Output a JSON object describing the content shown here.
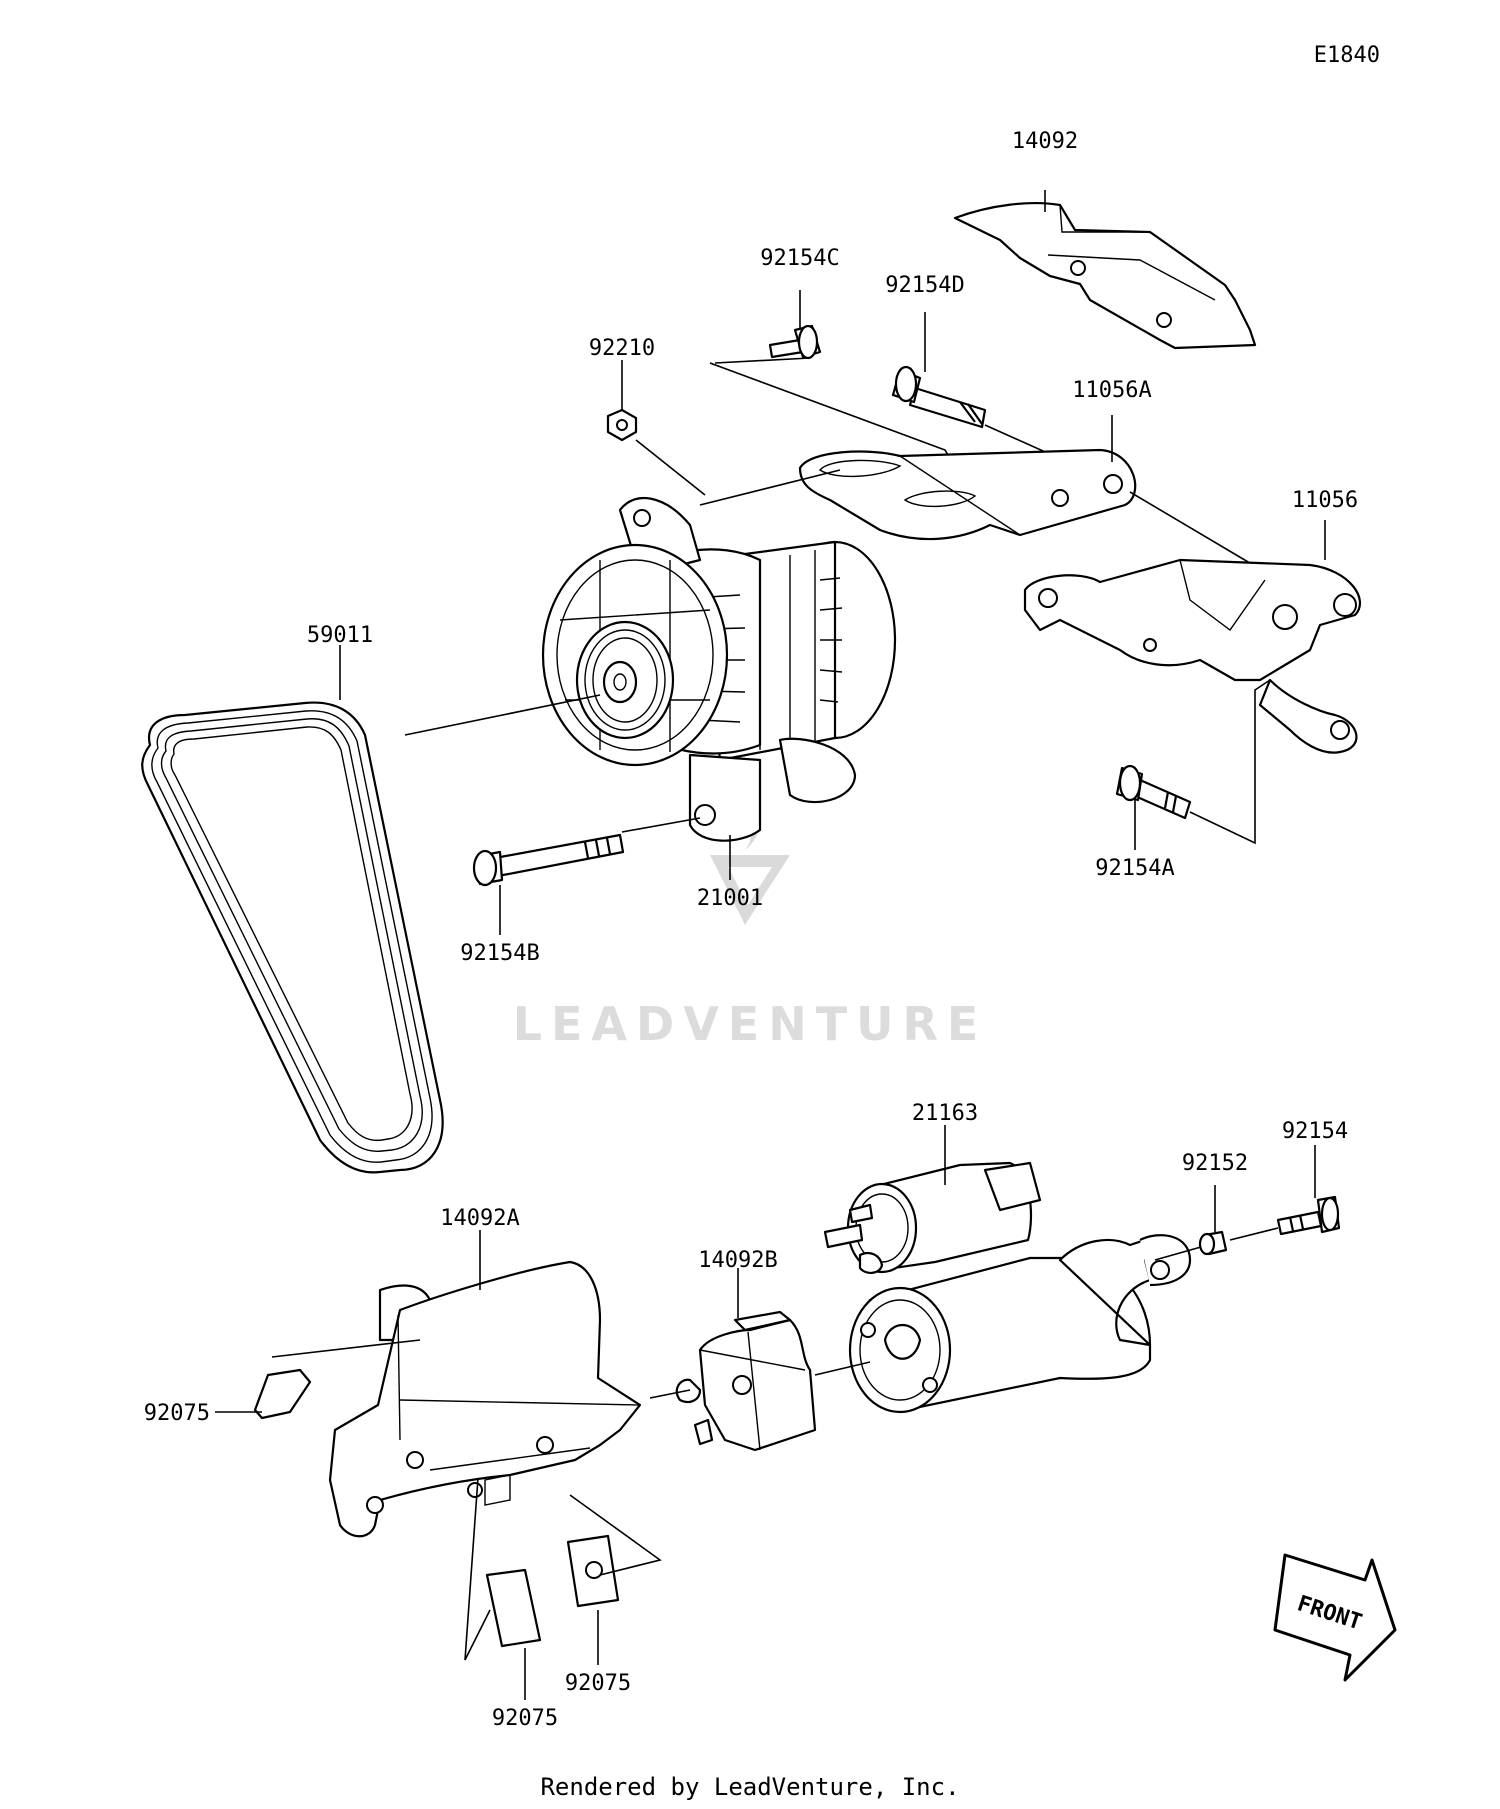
{
  "diagram_id": "E1840",
  "watermark": "LEADVENTURE",
  "credit": "Rendered by LeadVenture, Inc.",
  "front_label": "FRONT",
  "parts": {
    "p14092": "14092",
    "p92154C": "92154C",
    "p92154D": "92154D",
    "p92210": "92210",
    "p11056A": "11056A",
    "p11056": "11056",
    "p59011": "59011",
    "p21001": "21001",
    "p92154B": "92154B",
    "p92154A": "92154A",
    "p21163": "21163",
    "p92152": "92152",
    "p92154": "92154",
    "p14092A": "14092A",
    "p14092B": "14092B",
    "p92075_left": "92075",
    "p92075_right": "92075",
    "p92075_bottom": "92075"
  }
}
